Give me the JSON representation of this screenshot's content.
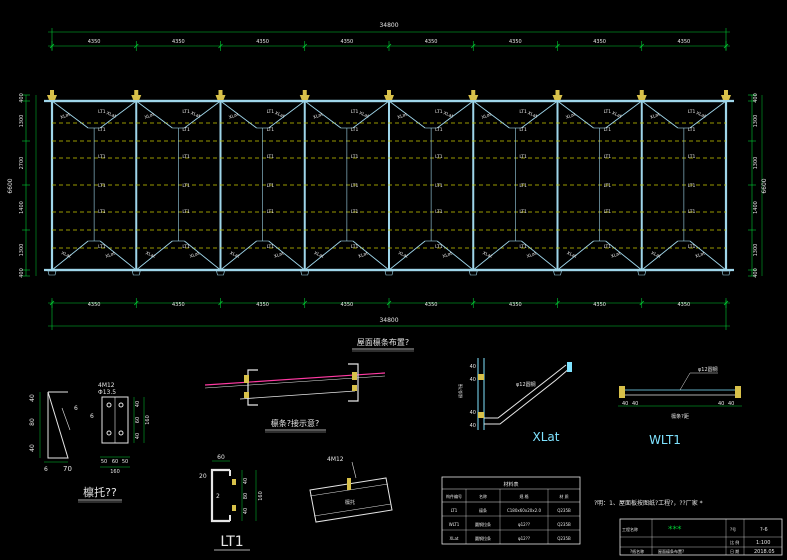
{
  "plan": {
    "overall_length": "34800",
    "bay_dims": [
      "4350",
      "4350",
      "4350",
      "4350",
      "4350",
      "4350",
      "4350",
      "4350"
    ],
    "overall_width": "6600",
    "left_dims": [
      "400",
      "1300",
      "2700",
      "1400",
      "1300",
      "400"
    ],
    "right_dims": [
      "400",
      "1300",
      "1300",
      "1400",
      "1300",
      "400"
    ],
    "purlin_label": "LT1",
    "brace_label": "XLat",
    "section_title": "屋面檩条布置?"
  },
  "details": {
    "bolt_label_1": "4M12",
    "bolt_label_2": "Φ13.5",
    "plate_dims_left": [
      "40",
      "80",
      "40"
    ],
    "plate_thk": "6",
    "plate_dims_right": [
      "40",
      "60",
      "40"
    ],
    "plate_total": "160",
    "plate_bottom": [
      "50",
      "60",
      "50"
    ],
    "plate_bottom_total": "160",
    "plate_width": "70",
    "plate_small": "6",
    "plate_title": "檩托??",
    "purlin_conn_title": "檩条?接示意?",
    "lt1_dims_top": "60",
    "lt1_dims_right": [
      "40",
      "80",
      "40"
    ],
    "lt1_total": "160",
    "lt1_small_a": "20",
    "lt1_small_b": "2",
    "lt1_title": "LT1",
    "bolt_detail_label": "4M12",
    "bolt_detail_plate": "檩托",
    "xlat_title": "XLat",
    "xlat_dims": [
      "40",
      "40",
      "40",
      "40"
    ],
    "xlat_rod": "φ12圆钢",
    "xlat_purlin": "檩条?接",
    "wlt1_title": "WLT1",
    "wlt1_rod": "φ12圆钢",
    "wlt1_dims_left": [
      "40",
      "40"
    ],
    "wlt1_dims_right": [
      "40",
      "40"
    ],
    "wlt1_label": "檩条?距"
  },
  "table": {
    "title": "材料表",
    "headers": [
      "构件编号",
      "名称",
      "规 格",
      "材 质"
    ],
    "rows": [
      [
        "LT1",
        "檩条",
        "C180x60x20x2.0",
        "Q235B"
      ],
      [
        "WLT1",
        "圆钢拉条",
        "φ12??",
        "Q235B"
      ],
      [
        "XLat",
        "圆钢拉条",
        "φ12??",
        "Q235B"
      ]
    ]
  },
  "note": "?明：1、屋面板按图纸?工程?，??厂家 *",
  "titleblock": {
    "project_label": "工程名称",
    "project_value": "***",
    "sheet_label": "?号",
    "sheet_value": "?-6",
    "scale_label": "比 例",
    "scale_value": "1:100",
    "date_label": "日 期",
    "date_value": "2018.05",
    "drawing_label": "?纸名称",
    "drawing_value": "屋面檩条布置?"
  },
  "colors": {
    "background": "#000000",
    "frame": "#9fd6ea",
    "dim": "#00cc33",
    "purlin": "#c9c900",
    "text": "#e6e6e6",
    "connector": "#d8c14a",
    "magenta": "#ff3aa3",
    "cyan": "#7fe3ff"
  }
}
